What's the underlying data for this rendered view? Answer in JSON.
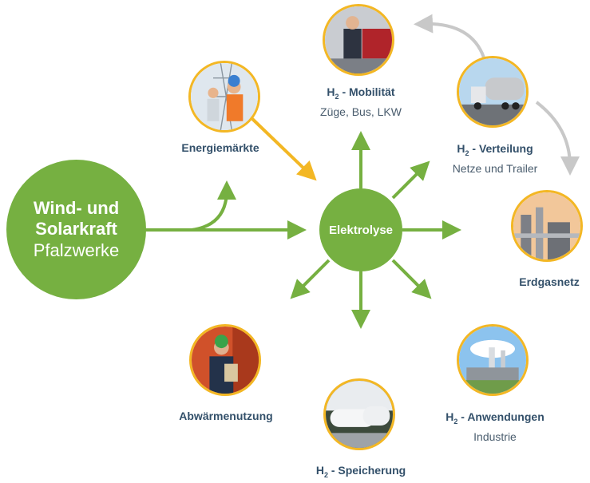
{
  "source": {
    "line1": "Wind- und",
    "line2": "Solarkraft",
    "line3": "Pfalzwerke"
  },
  "center": {
    "label": "Elektrolyse"
  },
  "nodes": {
    "mobilitaet": {
      "h2": "H",
      "sub": "2",
      "title": " - Mobilität",
      "subtitle": "Züge, Bus, LKW"
    },
    "verteilung": {
      "h2": "H",
      "sub": "2",
      "title": " - Verteilung",
      "subtitle": "Netze und Trailer"
    },
    "energiemaerkte": {
      "title": "Energiemärkte"
    },
    "erdgasnetz": {
      "title": "Erdgasnetz"
    },
    "abwaerme": {
      "title": "Abwärmenutzung"
    },
    "speicherung": {
      "h2": "H",
      "sub": "2",
      "title": " - Speicherung"
    },
    "anwendungen": {
      "h2": "H",
      "sub": "2",
      "title": " - Anwendungen",
      "subtitle": "Industrie"
    }
  },
  "colors": {
    "green": "#76b041",
    "yellow": "#f3b724",
    "grey": "#c8c8c8",
    "text": "#33506a"
  },
  "icons": [
    "electrician-photo-icon",
    "ev-charging-photo-icon",
    "tanker-truck-photo-icon",
    "gas-plant-photo-icon",
    "worker-clipboard-photo-icon",
    "h2-tanks-photo-icon",
    "industry-plant-photo-icon"
  ]
}
